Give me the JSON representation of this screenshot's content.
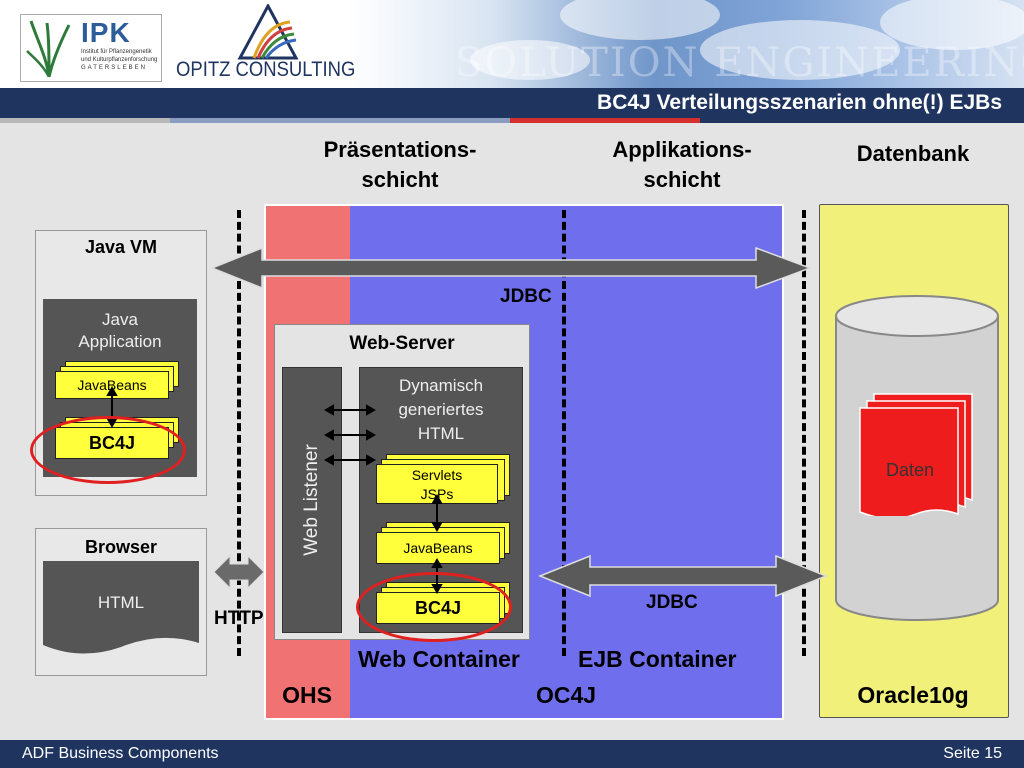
{
  "slide": {
    "title": "BC4J Verteilungsszenarien ohne(!) EJBs"
  },
  "header": {
    "ipk_logo": {
      "name": "IPK",
      "line1": "Institut für Pflanzengenetik",
      "line2": "und Kulturpflanzenforschung",
      "line3": "GATERSLEBEN"
    },
    "opitz_logo": {
      "name": "OPITZ CONSULTING"
    },
    "watermark": "SOLUTION ENGINEERING"
  },
  "columns": {
    "presentation": {
      "line1": "Präsentations-",
      "line2": "schicht"
    },
    "application": {
      "line1": "Applikations-",
      "line2": "schicht"
    },
    "database": "Datenbank"
  },
  "java_vm": {
    "title": "Java VM",
    "app_line1": "Java",
    "app_line2": "Application",
    "javabeans": "JavaBeans",
    "bc4j": "BC4J"
  },
  "browser": {
    "title": "Browser",
    "doc": "HTML"
  },
  "http": "HTTP",
  "server": {
    "ohs": "OHS",
    "oc4j": "OC4J",
    "web_container": "Web Container",
    "ejb_container": "EJB Container",
    "jdbc_top": "JDBC",
    "jdbc_bottom": "JDBC",
    "web_server": {
      "title": "Web-Server",
      "listener": "Web Listener",
      "dyn_line1": "Dynamisch",
      "dyn_line2": "generiertes",
      "dyn_line3": "HTML",
      "servlets_line1": "Servlets",
      "servlets_line2": "JSPs",
      "javabeans": "JavaBeans",
      "bc4j": "BC4J"
    }
  },
  "database": {
    "name": "Oracle10g",
    "data": "Daten"
  },
  "footer": {
    "left": "ADF Business Components",
    "right": "Seite 15"
  },
  "colors": {
    "ohs": "#f07272",
    "oc4j": "#6f6fee",
    "oracle": "#f0f07a",
    "navy": "#1f3560",
    "highlight": "#ffff3c",
    "ring": "#e02020"
  }
}
